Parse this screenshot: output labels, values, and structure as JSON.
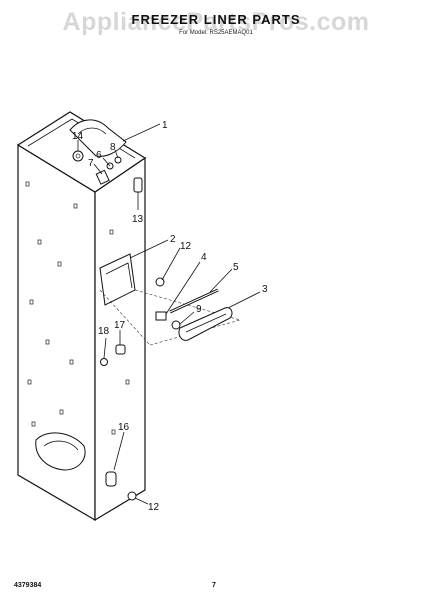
{
  "header": {
    "title": "FREEZER LINER PARTS",
    "subtitle": "For Model: RS25AEMAQ01",
    "watermark": "AppliancePartsPros.com"
  },
  "footer": {
    "doc_number": "4379384",
    "page_number": "7"
  },
  "callouts": {
    "c1": "1",
    "c2": "2",
    "c3": "3",
    "c4": "4",
    "c5": "5",
    "c6": "6",
    "c7": "7",
    "c8": "8",
    "c9": "9",
    "c12a": "12",
    "c12b": "12",
    "c13": "13",
    "c14": "14",
    "c16": "16",
    "c17": "17",
    "c18": "18"
  }
}
